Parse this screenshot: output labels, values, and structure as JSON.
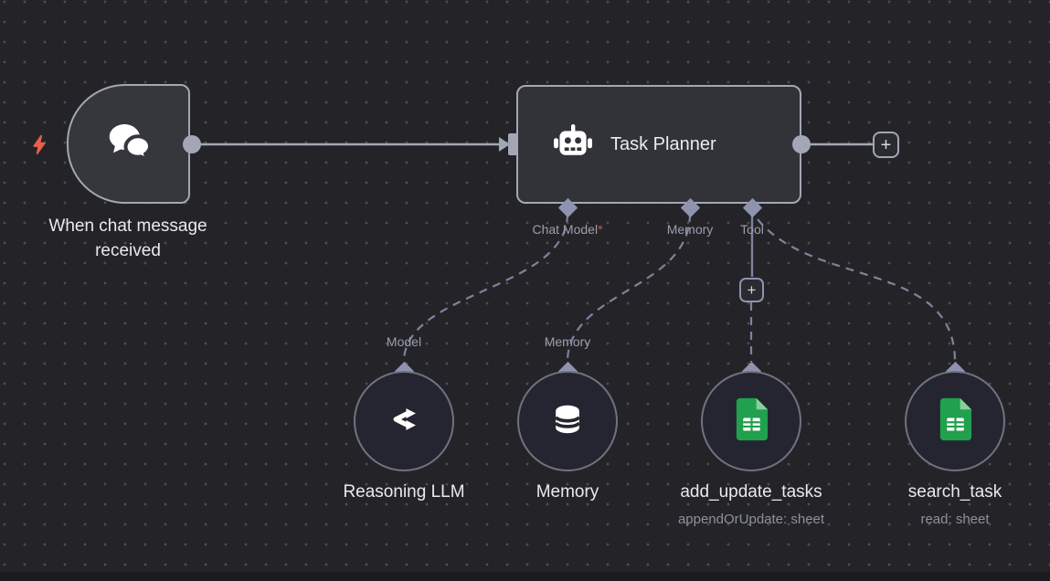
{
  "colors": {
    "canvas_bg": "#242428",
    "grid_dot": "#4d4d53",
    "node_border": "#a3a7b5",
    "node_fill": "#323339",
    "circle_fill": "#242530",
    "circle_border": "#6f7280",
    "connector_diamond": "#8e93af",
    "dashed_wire": "#7e829e",
    "solid_wire": "#a3a7b5",
    "title_text": "#e9eaee",
    "muted_text": "#9a9eae",
    "required_red": "#e5484d",
    "bolt_orange": "#e9604a",
    "sheets_green": "#21a04e"
  },
  "trigger": {
    "label": "When chat message received"
  },
  "task_planner": {
    "title": "Task Planner",
    "ports": {
      "chat_model": {
        "label": "Chat Model",
        "required_mark": "*"
      },
      "memory": {
        "label": "Memory"
      },
      "tool": {
        "label": "Tool"
      }
    }
  },
  "sub_nodes": {
    "reasoning_llm": {
      "port_label": "Model",
      "title": "Reasoning LLM"
    },
    "memory": {
      "port_label": "Memory",
      "title": "Memory"
    },
    "add_update_tasks": {
      "title": "add_update_tasks",
      "subtitle": "appendOrUpdate: sheet"
    },
    "search_task": {
      "title": "search_task",
      "subtitle": "read: sheet"
    }
  },
  "buttons": {
    "add_next_node": "+",
    "add_tool": "+"
  }
}
